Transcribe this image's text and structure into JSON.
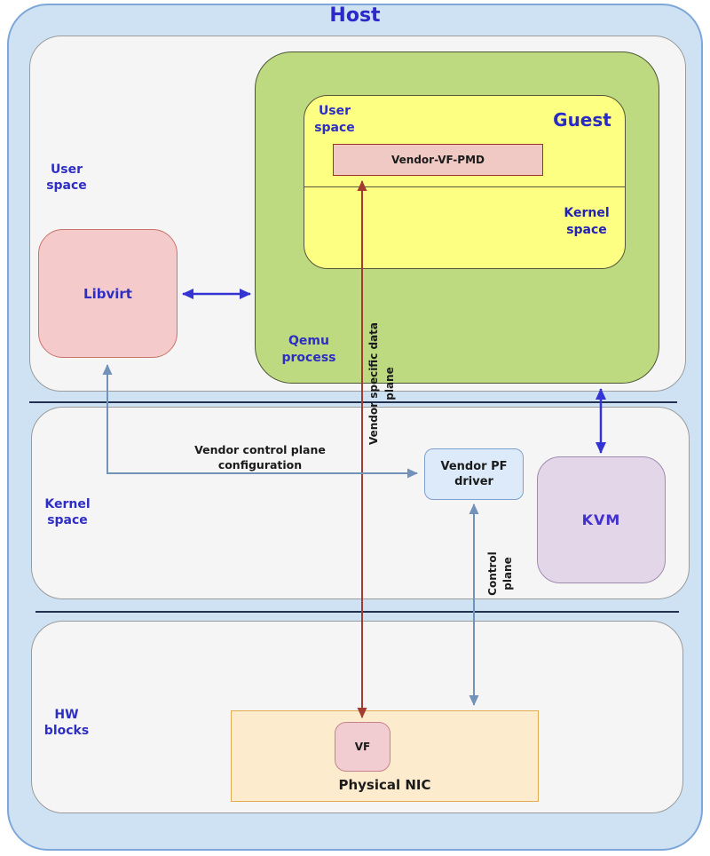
{
  "title": "Host",
  "sections": {
    "user_space": "User space",
    "kernel_space": "Kernel space",
    "hw_blocks": "HW blocks"
  },
  "qemu": {
    "label": "Qemu process"
  },
  "guest": {
    "title": "Guest",
    "user_space": "User space",
    "kernel_space": "Kernel space"
  },
  "nodes": {
    "libvirt": "Libvirt",
    "vendor_vf_pmd": "Vendor-VF-PMD",
    "vendor_pf_driver": "Vendor PF driver",
    "kvm": "KVM",
    "vf": "VF",
    "physical_nic": "Physical NIC"
  },
  "edge_labels": {
    "vendor_control": "Vendor control plane configuration",
    "vendor_data": "Vendor specific data plane",
    "control_plane": "Control plane"
  },
  "colors": {
    "host_fill": "#cfe2f3",
    "host_border": "#7da7d9",
    "section_fill": "#f5f5f6",
    "qemu_green": "#bdda81",
    "guest_yellow": "#fdff82",
    "pink_fill": "#f4cbca",
    "kvm_purple": "#e3d6e8",
    "driver_blue": "#dceaf9",
    "nic_orange": "#fdebce",
    "arrow_blue": "#3434d2",
    "arrow_steel": "#7292ba",
    "arrow_red": "#a33b31",
    "text_blue": "#2e2ec4"
  }
}
